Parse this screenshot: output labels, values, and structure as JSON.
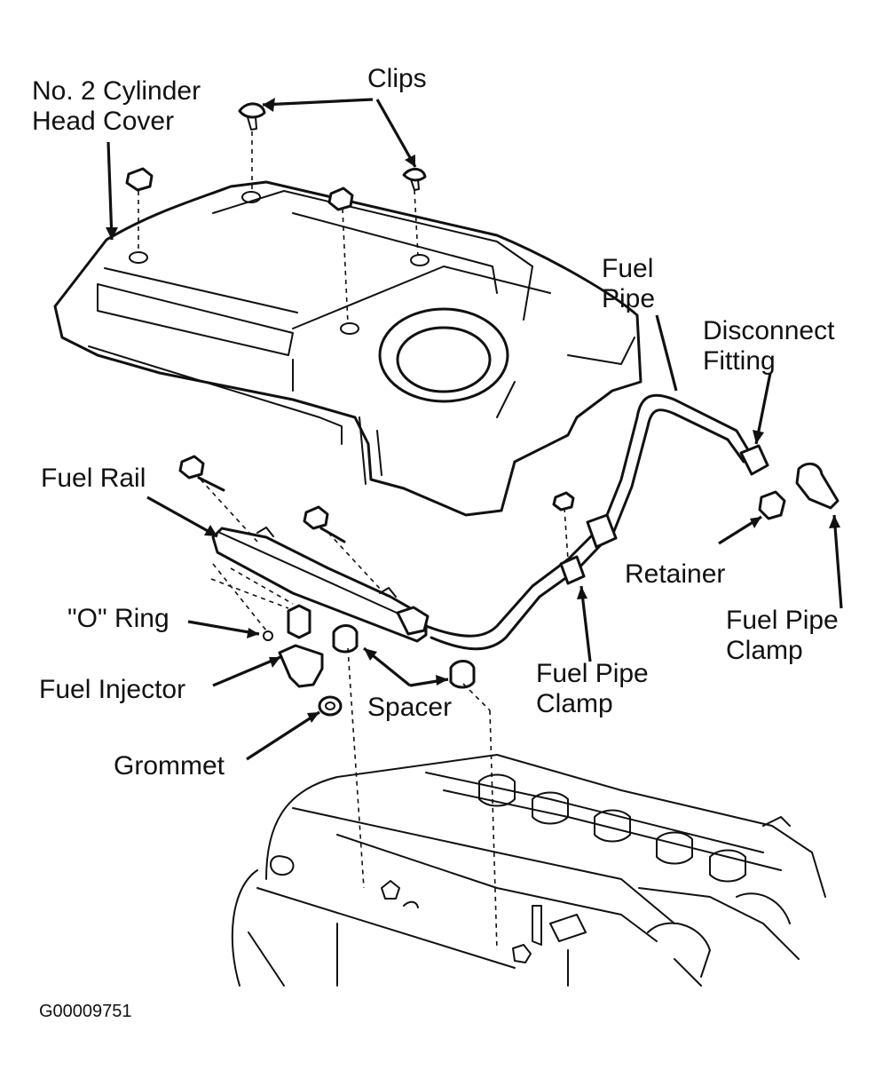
{
  "labels": {
    "cover": [
      "No. 2 Cylinder",
      "Head Cover"
    ],
    "clips": "Clips",
    "fuel_pipe": [
      "Fuel",
      "Pipe"
    ],
    "disconnect_fitting": [
      "Disconnect",
      "Fitting"
    ],
    "fuel_rail": "Fuel Rail",
    "retainer": "Retainer",
    "o_ring": "\"O\" Ring",
    "fuel_injector": "Fuel Injector",
    "spacer": "Spacer",
    "fuel_pipe_clamp_right": [
      "Fuel Pipe",
      "Clamp"
    ],
    "fuel_pipe_clamp_center": [
      "Fuel Pipe",
      "Clamp"
    ],
    "grommet": "Grommet"
  },
  "figure_id": "G00009751"
}
